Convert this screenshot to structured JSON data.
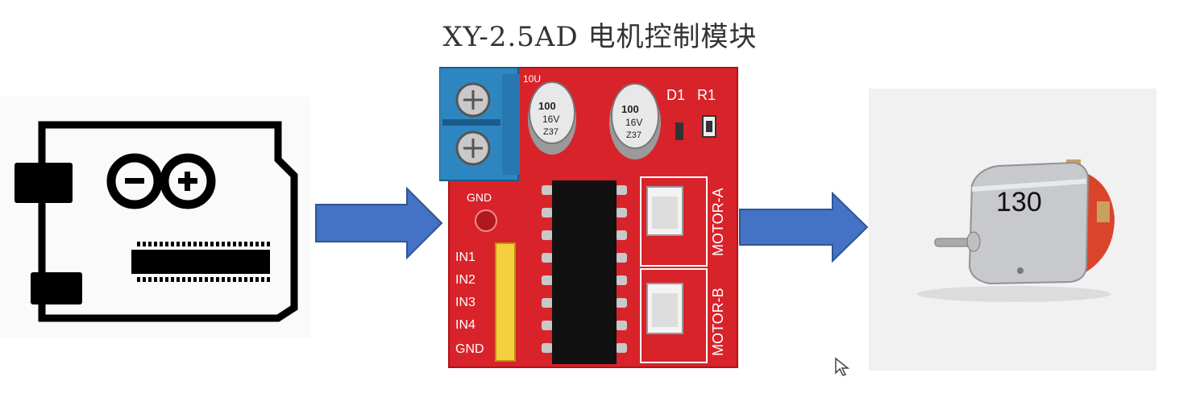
{
  "title": "XY-2.5AD 电机控制模块",
  "arduino": {
    "icon": "arduino-board-icon",
    "logo_minus": "−",
    "logo_plus": "+"
  },
  "module": {
    "capacitor_1": [
      "100",
      "16V",
      "Z37"
    ],
    "capacitor_2": [
      "100",
      "16V",
      "Z37"
    ],
    "top_labels": {
      "d1": "D1",
      "r1": "R1",
      "top_left": "10U"
    },
    "gnd_top": "GND",
    "pins": [
      "IN1",
      "IN2",
      "IN3",
      "IN4",
      "GND"
    ],
    "motor_a": "MOTOR-A",
    "motor_b": "MOTOR-B"
  },
  "motor": {
    "label": "130"
  },
  "colors": {
    "arrow": "#4472C4",
    "pcb": "#D8232A",
    "terminal": "#2E86C1",
    "pins": "#F4D03F"
  }
}
